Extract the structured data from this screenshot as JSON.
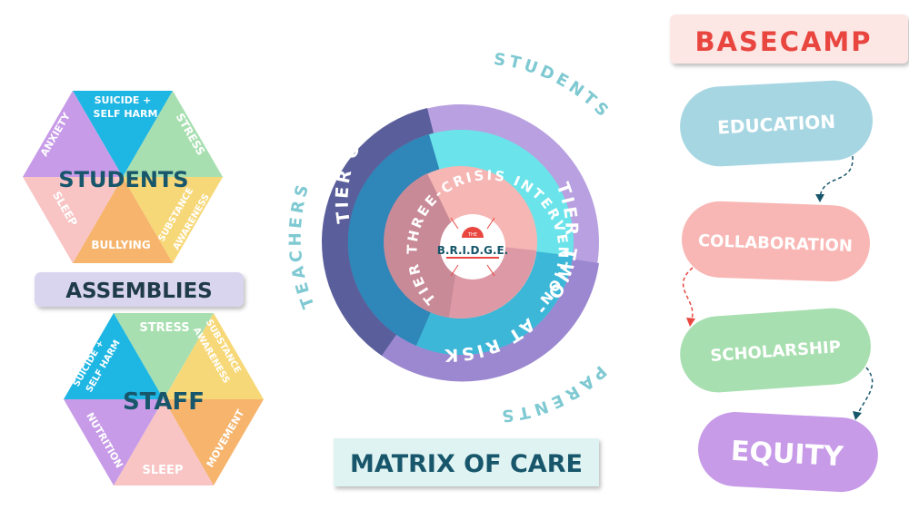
{
  "left": {
    "students_hex": {
      "title": "STUDENTS",
      "segments": [
        "SUICIDE +",
        "SELF HARM",
        "STRESS",
        "SUBSTANCE",
        "AWARENESS",
        "BULLYING",
        "SLEEP",
        "ANXIETY"
      ]
    },
    "assemblies_label": "ASSEMBLIES",
    "staff_hex": {
      "title": "STAFF",
      "segments": [
        "STRESS",
        "SUBSTANCE",
        "AWARENESS",
        "MOVEMENT",
        "SLEEP",
        "NUTRITION",
        "SUICIDE +",
        "SELF HARM"
      ]
    }
  },
  "center": {
    "outer_labels": {
      "students": "STUDENTS",
      "teachers": "TEACHERS",
      "parents": "PARENTS"
    },
    "ring_labels": {
      "tier_one": "TIER ONE - PREVENTION",
      "tier_two": "TIER TWO - AT RISK",
      "tier_three": "TIER THREE-CRISIS INTERVENTION"
    },
    "logo_small": "THE",
    "logo": "B.R.I.D.G.E.",
    "matrix_label": "MATRIX OF CARE"
  },
  "right": {
    "title": "BASECAMP",
    "pills": [
      "EDUCATION",
      "COLLABORATION",
      "SCHOLARSHIP",
      "EQUITY"
    ]
  },
  "colors": {
    "purple": "#c79be8",
    "blue": "#1eb6e3",
    "green": "#a8dfb0",
    "yellow": "#f7d878",
    "orange": "#f6b46c",
    "pink": "#f8c4c4",
    "navy": "#17566b",
    "teal": "#5cc4c6",
    "red": "#e8463f",
    "lavender": "#d9d5ef"
  }
}
